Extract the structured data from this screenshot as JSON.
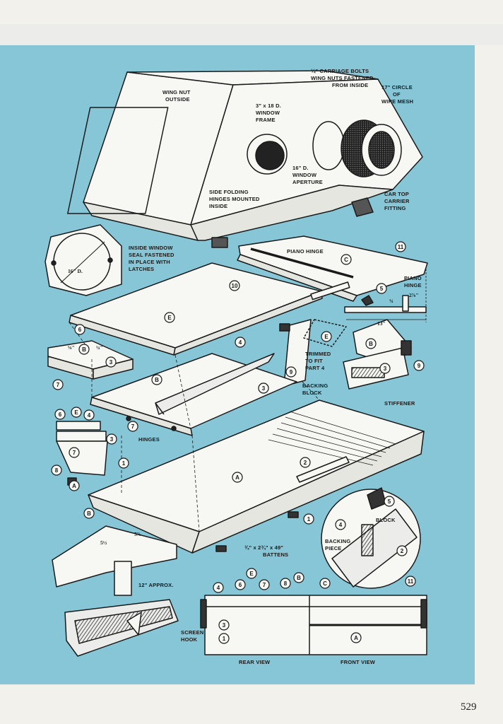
{
  "labels": {
    "wing_nut_outside": [
      "WING NUT",
      "OUTSIDE"
    ],
    "carriage_bolts": [
      "¼\" CARRIAGE BOLTS",
      "WING NUTS FASTENED",
      "FROM INSIDE"
    ],
    "wire_mesh": [
      "17\" CIRCLE",
      "OF",
      "WIRE MESH"
    ],
    "window_frame": [
      "3\" x 18 D.",
      "WINDOW",
      "FRAME"
    ],
    "window_aperture": [
      "16\" D.",
      "WINDOW",
      "APERTURE"
    ],
    "side_hinges": [
      "SIDE FOLDING",
      "HINGES MOUNTED",
      "INSIDE"
    ],
    "car_top_fitting": [
      "CAR TOP",
      "CARRIER",
      "FITTING"
    ],
    "window_seal": [
      "INSIDE WINDOW",
      "SEAL FASTENED",
      "IN PLACE WITH",
      "LATCHES"
    ],
    "seal_diameter": "16\" D.",
    "piano_hinge": "PIANO HINGE",
    "piano_hinge_right": [
      "PIANO",
      "HINGE"
    ],
    "trimmed_to_fit": [
      "TRIMMED",
      "TO FIT",
      "PART 4"
    ],
    "backing_block": [
      "BACKING",
      "BLOCK"
    ],
    "stiffener": "STIFFENER",
    "hinges": "HINGES",
    "battens": [
      "¾\" x 2¾\" x 49\"",
      "BATTENS"
    ],
    "block": "BLOCK",
    "backing_piece": [
      "BACKING",
      "PIECE"
    ],
    "approx": "12\" APPROX.",
    "screen_hook": [
      "SCREEN",
      "HOOK"
    ],
    "rear_view": "REAR VIEW",
    "front_view": "FRONT VIEW"
  },
  "dimensions": {
    "d_thirteen": "13\"",
    "d_two_seven_eighths": "2⅞\"",
    "d_three_quarter": "¾",
    "d_five_eighths": "⅝\"",
    "d_quarter": "¼\"",
    "d_five_half": "5½",
    "d_five_eighth_b": "5⅞"
  },
  "callouts": {
    "c_top": "C",
    "e_top": "E",
    "ten": "10",
    "eleven": "11",
    "five_a": "5",
    "six_a": "6",
    "four_a": "4",
    "e_small": "E",
    "b_block": "B",
    "three_a": "3",
    "seven_a": "7",
    "three_b": "3",
    "nine_a": "9",
    "b_small": "B",
    "three_c": "3",
    "nine_b": "9",
    "b_lid": "B",
    "three_d": "3",
    "seven_b": "7",
    "six_b": "6",
    "e_b": "E",
    "four_b": "4",
    "three_e": "3",
    "seven_c": "7",
    "eight_a": "8",
    "one_a": "1",
    "a_small": "A",
    "a_main": "A",
    "two_a": "2",
    "one_b": "1",
    "b_main": "B",
    "five_b": "5",
    "four_c": "4",
    "two_b": "2",
    "four_d": "4",
    "six_c": "6",
    "e_c": "E",
    "seven_d": "7",
    "eight_b": "8",
    "b_c": "B",
    "c_b": "C",
    "eleven_b": "11",
    "three_f": "3",
    "one_c": "1",
    "a_b": "A"
  },
  "page_number": "529",
  "colors": {
    "background": "#86c6d7",
    "paper": "#f3f1ec",
    "line": "#1a1a1a",
    "panel": "#f7f7f3"
  }
}
